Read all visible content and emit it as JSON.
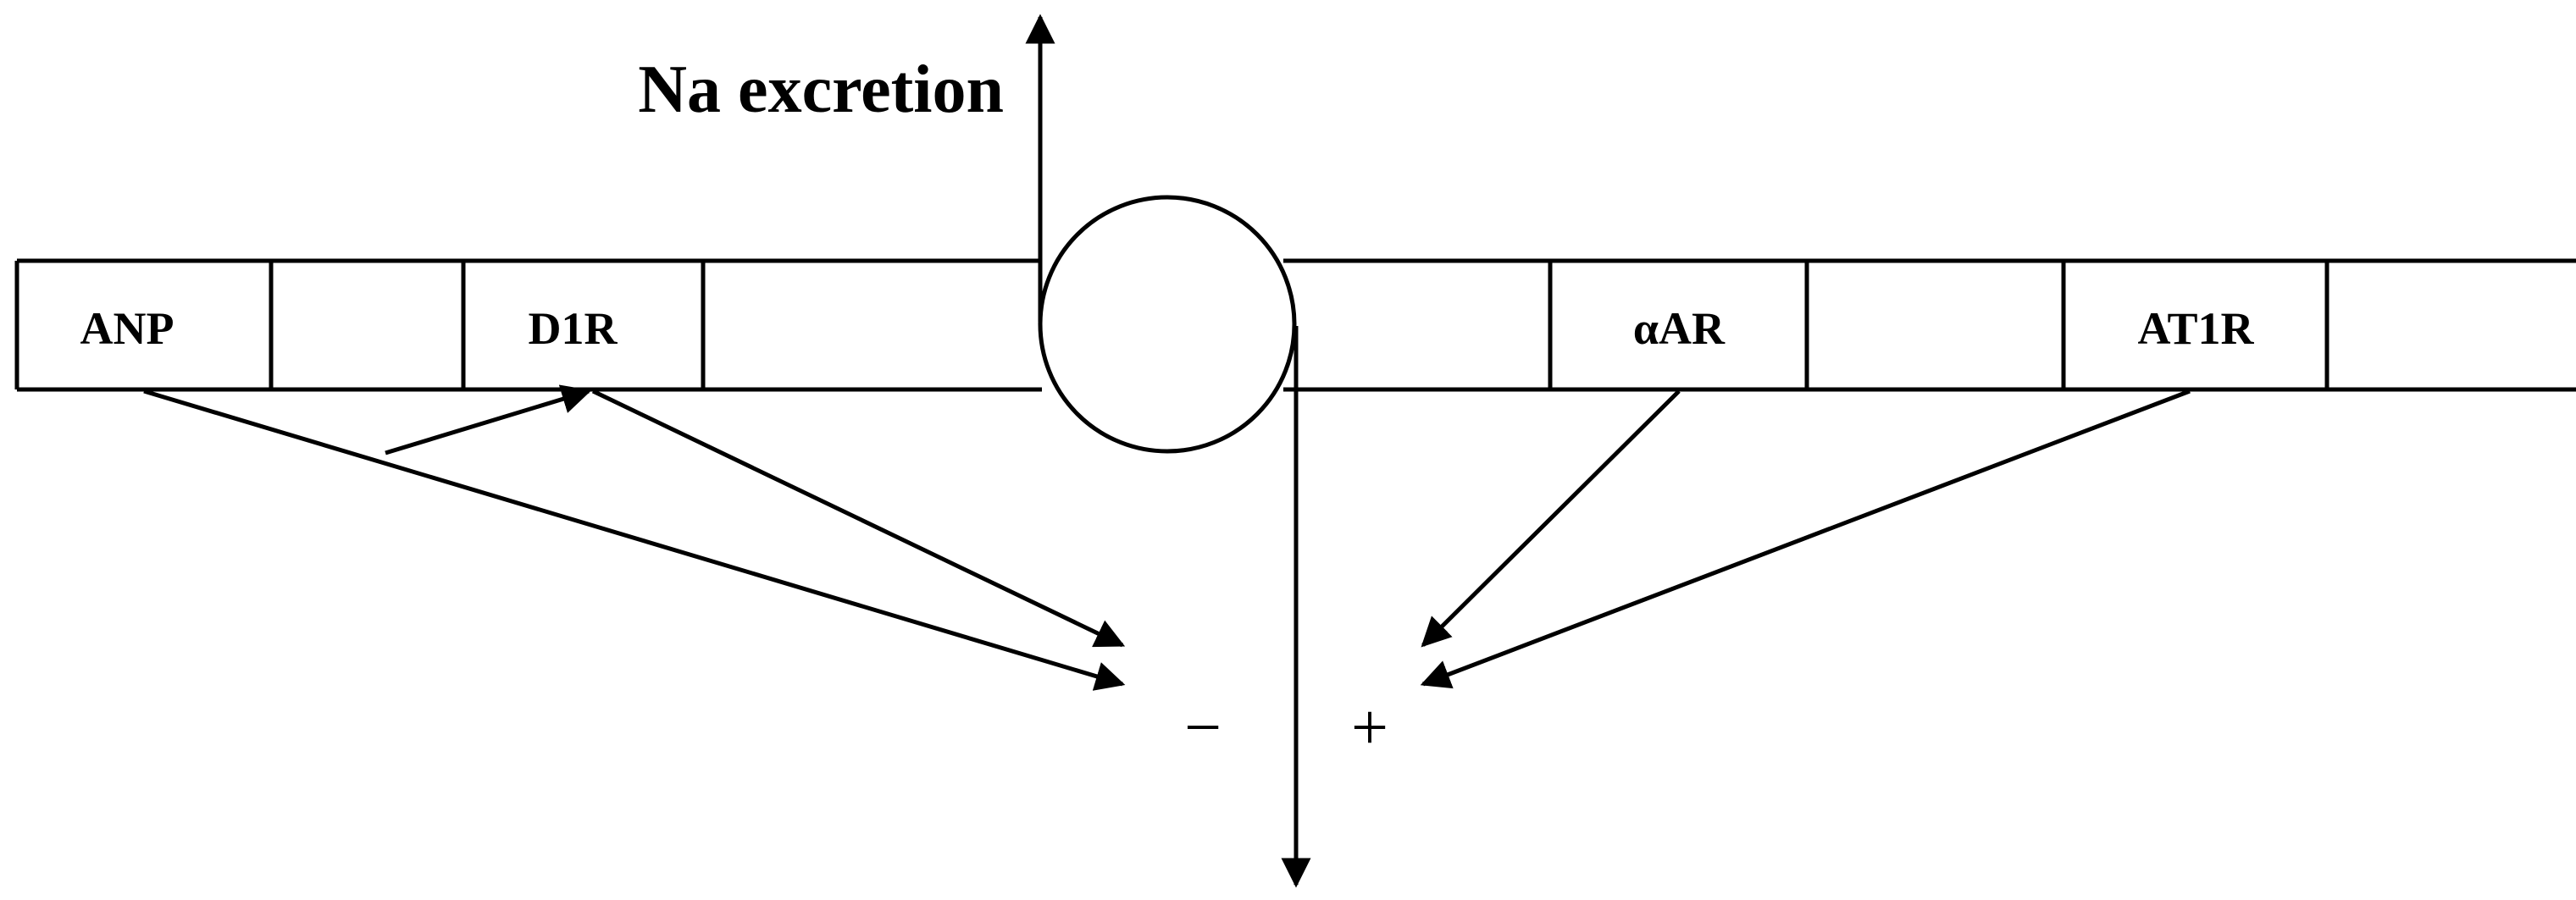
{
  "title": "Na excretion",
  "boxes": {
    "anp": "ANP",
    "d1r": "D1R",
    "alpha_ar": "αAR",
    "at1r": "AT1R"
  },
  "signs": {
    "inhibitory": "−",
    "stimulatory": "+"
  },
  "colors": {
    "stroke": "#000000",
    "background": "#ffffff"
  }
}
